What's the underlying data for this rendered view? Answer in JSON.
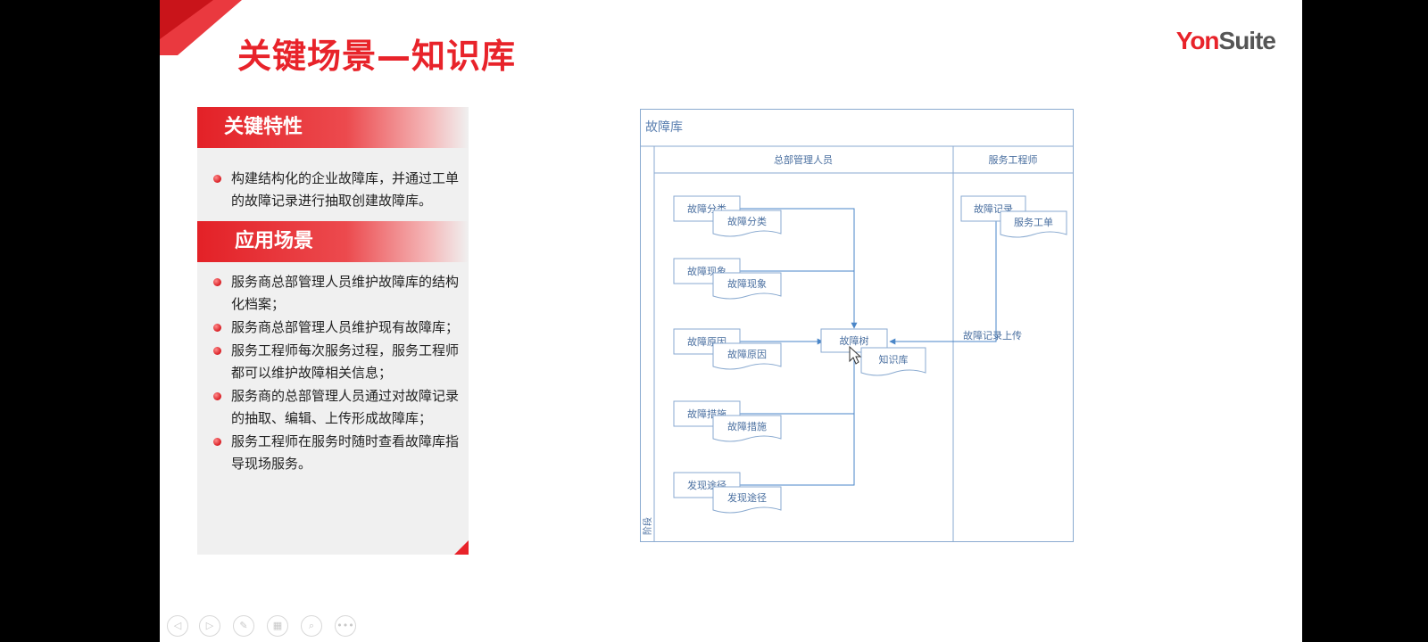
{
  "slide": {
    "title": "关键场景—知识库",
    "logo": {
      "brand_red": "Yon",
      "brand_gray": "Suite"
    },
    "colors": {
      "accent": "#e8232a",
      "panel_bg": "#f0f0f0",
      "diagram_blue": "#4a86c8"
    }
  },
  "features": {
    "heading": "关键特性",
    "items": [
      "构建结构化的企业故障库，并通过工单的故障记录进行抽取创建故障库。"
    ]
  },
  "scenarios": {
    "heading": "应用场景",
    "items": [
      "服务商总部管理人员维护故障库的结构化档案；",
      "服务商总部管理人员维护现有故障库；",
      "服务工程师每次服务过程，服务工程师都可以维护故障相关信息；",
      "服务商的总部管理人员通过对故障记录的抽取、编辑、上传形成故障库；",
      "服务工程师在服务时随时查看故障库指导现场服务。"
    ]
  },
  "diagram": {
    "pool_title": "故障库",
    "lane_header_left": "总部管理人员",
    "lane_header_right": "服务工程师",
    "side_label": "阶段",
    "process_nodes": [
      {
        "label": "故障分类",
        "doc": "故障分类"
      },
      {
        "label": "故障现象",
        "doc": "故障现象"
      },
      {
        "label": "故障原因",
        "doc": "故障原因"
      },
      {
        "label": "故障措施",
        "doc": "故障措施"
      },
      {
        "label": "发现途径",
        "doc": "发现途径"
      }
    ],
    "tree_node": {
      "label": "故障树",
      "doc": "知识库"
    },
    "record_node": {
      "label": "故障记录",
      "doc": "服务工单"
    },
    "upload_label": "故障记录上传"
  },
  "toolbar": {
    "buttons": [
      {
        "icon": "prev-icon",
        "glyph": "◁"
      },
      {
        "icon": "next-icon",
        "glyph": "▷"
      },
      {
        "icon": "pen-icon",
        "glyph": "✎"
      },
      {
        "icon": "slides-icon",
        "glyph": "▦"
      },
      {
        "icon": "zoom-icon",
        "glyph": "⌕"
      },
      {
        "icon": "more-icon",
        "glyph": "•••"
      }
    ]
  }
}
